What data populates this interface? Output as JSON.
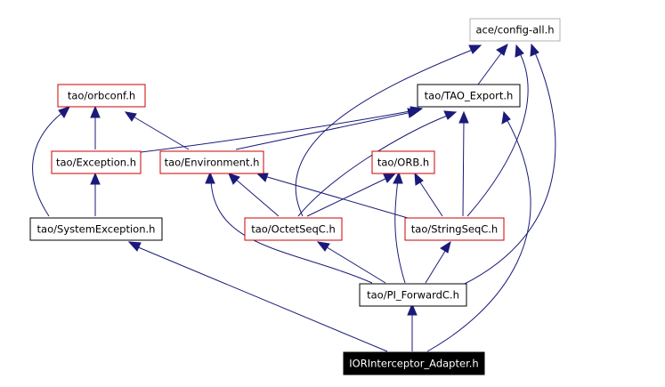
{
  "colors": {
    "edge": "#1a1a7a",
    "node_border_default": "#000000",
    "node_border_undocumented": "#cc0000",
    "node_border_external": "#b0b0b0",
    "node_fill_selected": "#000000",
    "text_default": "#000000",
    "text_selected": "#ffffff"
  },
  "nodes": {
    "config_all": {
      "label": "ace/config-all.h",
      "style": "external"
    },
    "tao_export": {
      "label": "tao/TAO_Export.h",
      "style": "default"
    },
    "orbconf": {
      "label": "tao/orbconf.h",
      "style": "undocumented"
    },
    "exception": {
      "label": "tao/Exception.h",
      "style": "undocumented"
    },
    "environment": {
      "label": "tao/Environment.h",
      "style": "undocumented"
    },
    "orb": {
      "label": "tao/ORB.h",
      "style": "undocumented"
    },
    "system_exception": {
      "label": "tao/SystemException.h",
      "style": "default"
    },
    "octetseq": {
      "label": "tao/OctetSeqC.h",
      "style": "undocumented"
    },
    "stringseq": {
      "label": "tao/StringSeqC.h",
      "style": "undocumented"
    },
    "pi_forward": {
      "label": "tao/PI_ForwardC.h",
      "style": "default"
    },
    "ior_adapter": {
      "label": "IORInterceptor_Adapter.h",
      "style": "selected"
    }
  }
}
